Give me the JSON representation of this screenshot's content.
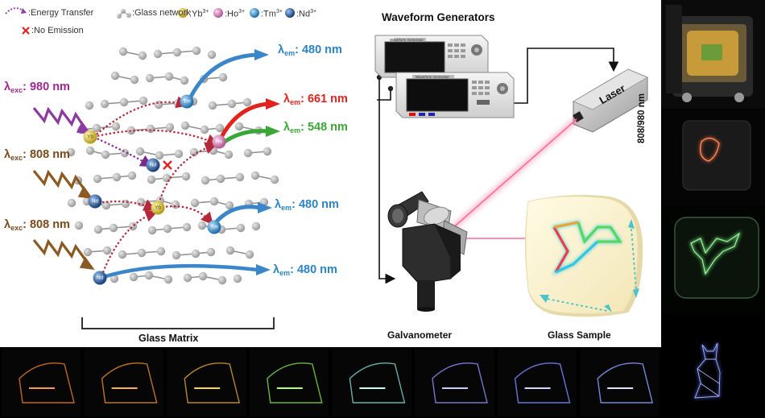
{
  "legend": {
    "energy_transfer": ":Energy Transfer",
    "glass_network": ":Glass network",
    "yb": ":Yb",
    "yb_sup": "3+",
    "ho": ":Ho",
    "ho_sup": "3+",
    "tm": ":Tm",
    "tm_sup": "3+",
    "nd": ":Nd",
    "nd_sup": "3+",
    "no_emission": ":No Emission"
  },
  "excitation": [
    {
      "symbol": "λ",
      "sub": "exc",
      "value": ": 980 nm",
      "color": "#9c2a8e"
    },
    {
      "symbol": "λ",
      "sub": "exc",
      "value": ": 808 nm",
      "color": "#7a4a1c"
    },
    {
      "symbol": "λ",
      "sub": "exc",
      "value": ": 808 nm",
      "color": "#7a4a1c"
    }
  ],
  "emission": [
    {
      "symbol": "λ",
      "sub": "em",
      "value": ": 480 nm",
      "color": "#2a84c4"
    },
    {
      "symbol": "λ",
      "sub": "em",
      "value": ": 661 nm",
      "color": "#e0231c"
    },
    {
      "symbol": "λ",
      "sub": "em",
      "value": ": 548 nm",
      "color": "#3aa635"
    },
    {
      "symbol": "λ",
      "sub": "em",
      "value": ": 480 nm",
      "color": "#2a84c4"
    },
    {
      "symbol": "λ",
      "sub": "em",
      "value": ": 480 nm",
      "color": "#2a84c4"
    }
  ],
  "ion_labels": {
    "yb": "Yb",
    "ho": "Ho",
    "tm": "Tm",
    "nd": "Nd"
  },
  "glass_matrix_label": "Glass Matrix",
  "waveform_generators_label": "Waveform Generators",
  "laser_label": "Laser",
  "laser_wavelength": "808/980 nm",
  "galvanometer_label": "Galvanometer",
  "glass_sample_label": "Glass Sample",
  "device_screen_title": "Waveform Generator",
  "colors": {
    "yb_ion": "#c8b12a",
    "ho_ion": "#c86fa8",
    "tm_ion": "#2a7ab8",
    "nd_ion": "#1f4e8c",
    "network_node": "#bdbdbd",
    "laser_beam": "#ee2d6a",
    "glass_sample": "#fbf2d2",
    "red_cross": "#e0231c"
  }
}
